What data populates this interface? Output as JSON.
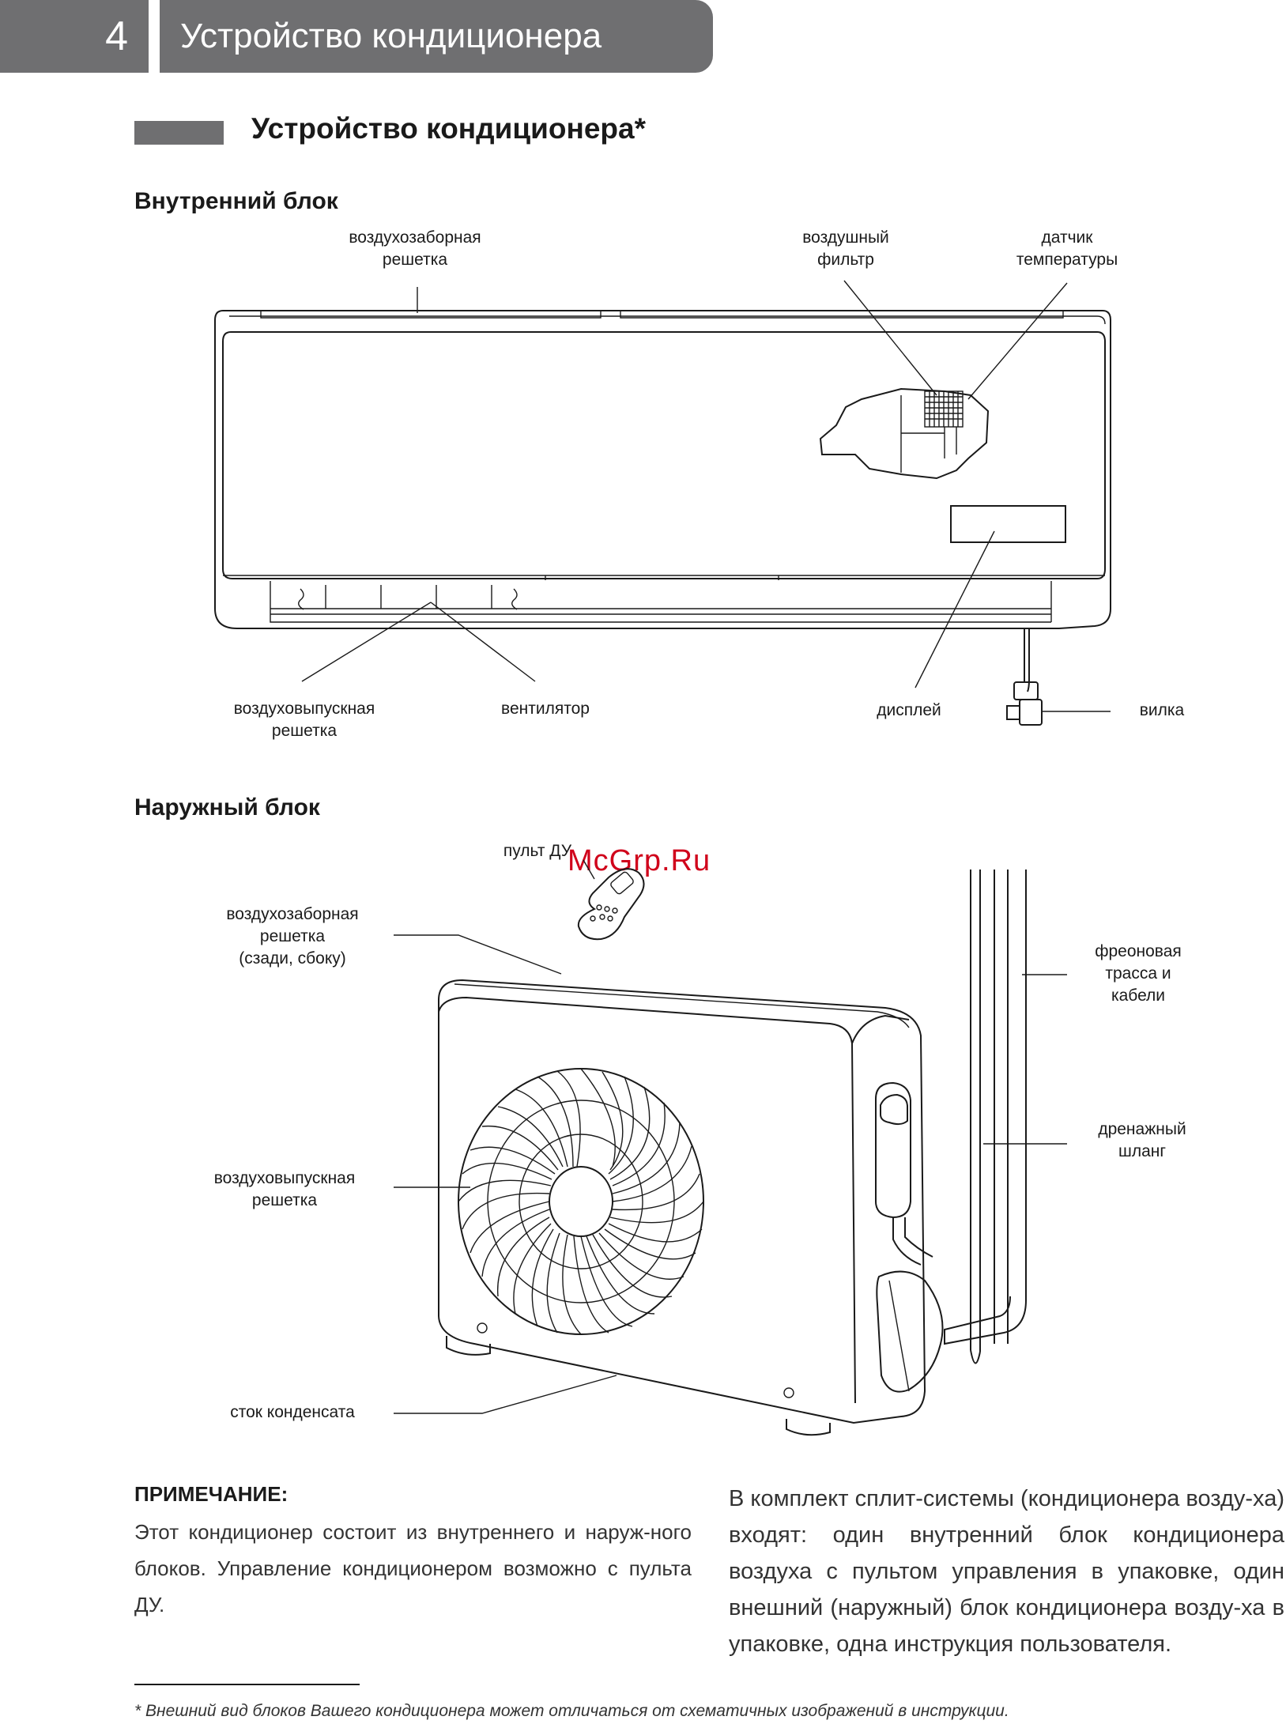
{
  "header": {
    "page_number": "4",
    "title": "Устройство кондиционера"
  },
  "section": {
    "title": "Устройство кондиционера*"
  },
  "indoor": {
    "title": "Внутренний блок",
    "labels": {
      "intake_grille": [
        "воздухозаборная",
        "решетка"
      ],
      "air_filter": [
        "воздушный",
        "фильтр"
      ],
      "temp_sensor": [
        "датчик",
        "температуры"
      ],
      "outlet_grille": [
        "воздуховыпускная",
        "решетка"
      ],
      "fan": "вентилятор",
      "display": "дисплей",
      "plug": "вилка"
    }
  },
  "outdoor": {
    "title": "Наружный блок",
    "labels": {
      "remote": "пульт ДУ",
      "intake_grille": [
        "воздухозаборная",
        "решетка",
        "(сзади, сбоку)"
      ],
      "outlet_grille": [
        "воздуховыпускная",
        "решетка"
      ],
      "condensate": "сток конденсата",
      "pipes": [
        "фреоновая",
        "трасса и",
        "кабели"
      ],
      "drain_hose": [
        "дренажный",
        "шланг"
      ]
    }
  },
  "watermark": "McGrp.Ru",
  "note": {
    "heading": "ПРИМЕЧАНИЕ:",
    "text": "Этот кондиционер состоит из внутреннего и наруж-ного блоков. Управление кондиционером возможно с пульта ДУ."
  },
  "info": {
    "text": "В комплект сплит-системы (кондиционера возду-ха) входят: один внутренний блок кондиционера воздуха с пультом управления в упаковке, один внешний (наружный) блок кондиционера возду-ха в упаковке, одна инструкция пользователя."
  },
  "footnote": "* Внешний вид блоков Вашего кондиционера может отличаться от схематичных изображений в инструкции."
}
